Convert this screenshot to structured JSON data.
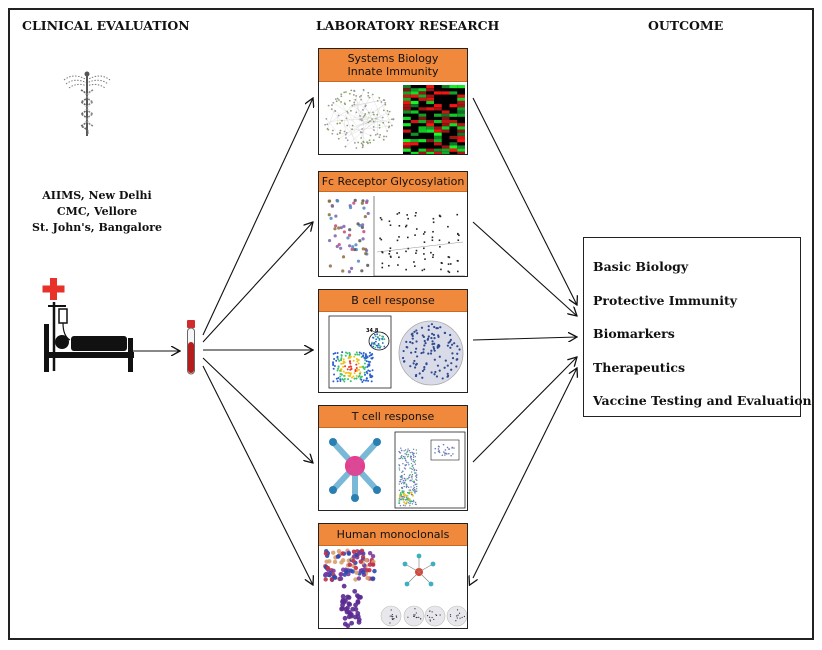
{
  "headers": {
    "clinical": "CLINICAL EVALUATION",
    "lab": "LABORATORY RESEARCH",
    "outcome": "OUTCOME"
  },
  "hospitals": [
    "AIIMS, New Delhi",
    "CMC, Vellore",
    "St. John's, Bangalore"
  ],
  "panels": [
    {
      "title1": "Systems Biology",
      "title2": "Innate Immunity"
    },
    {
      "title1": "Fc Receptor Glycosylation"
    },
    {
      "title1": "B cell response",
      "gate_label": "34.8"
    },
    {
      "title1": "T cell response"
    },
    {
      "title1": "Human monoclonals"
    }
  ],
  "outcomes": [
    "Basic Biology",
    "Protective Immunity",
    "Biomarkers",
    "Therapeutics",
    "Vaccine Testing and Evaluation"
  ],
  "colors": {
    "panel_header": "#f0893c",
    "cross": "#e8312a",
    "tube_cap": "#d22b2b"
  },
  "icons": [
    "caduceus-icon",
    "hospital-bed-icon",
    "blood-tube-icon"
  ]
}
